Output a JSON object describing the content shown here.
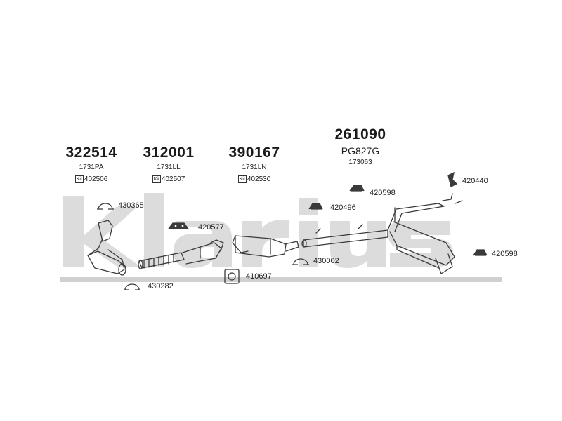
{
  "watermark": {
    "text": "klarius",
    "color": "#d9d9d9"
  },
  "line_color": "#3a3a3a",
  "heads": [
    {
      "part": "322514",
      "ref": "1731PA",
      "kit_tag": "Kit",
      "kit": "402506"
    },
    {
      "part": "312001",
      "ref": "1731LL",
      "kit_tag": "Kit",
      "kit": "402507"
    },
    {
      "part": "390167",
      "ref": "1731LN",
      "kit_tag": "Kit",
      "kit": "402530"
    },
    {
      "part": "261090",
      "ref": "PG827G",
      "ref2": "173063"
    }
  ],
  "labels": {
    "p430365": "430365",
    "p420577": "420577",
    "p430282": "430282",
    "p410697": "410697",
    "p430002": "430002",
    "p420598a": "420598",
    "p420496": "420496",
    "p420440": "420440",
    "p420598b": "420598"
  },
  "icons": {
    "clamp": "pipe-clamp-icon",
    "hanger": "rubber-hanger-icon",
    "gasket": "flange-gasket-icon",
    "bracket": "mounting-bracket-icon"
  }
}
